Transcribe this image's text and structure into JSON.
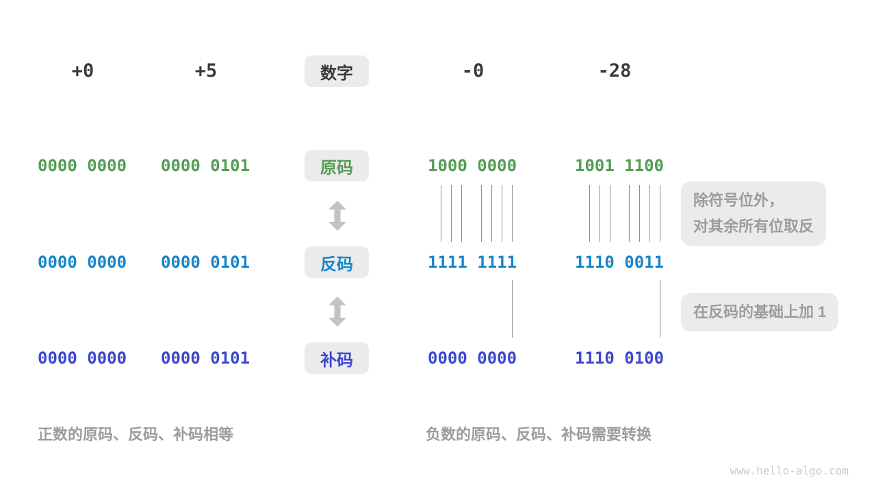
{
  "page": {
    "watermark": "www.hello-algo.com"
  },
  "colors": {
    "sign_magnitude": "#569b56",
    "ones_complement": "#1386cb",
    "twos_complement": "#3c46d2",
    "header_text": "#3a3a3a",
    "note_text": "#9c9c9c",
    "box_bg": "#ebebeb"
  },
  "header": {
    "label": "数字",
    "numbers": [
      "+0",
      "+5",
      "-0",
      "-28"
    ]
  },
  "rows": [
    {
      "id": "sign-magnitude",
      "label": "原码",
      "values": [
        "0000 0000",
        "0000 0101",
        "1000 0000",
        "1001 1100"
      ]
    },
    {
      "id": "ones-complement",
      "label": "反码",
      "values": [
        "0000 0000",
        "0000 0101",
        "1111 1111",
        "1110 0011"
      ]
    },
    {
      "id": "twos-complement",
      "label": "补码",
      "values": [
        "0000 0000",
        "0000 0101",
        "0000 0000",
        "1110 0100"
      ]
    }
  ],
  "notes": [
    {
      "line1": "除符号位外，",
      "line2": "对其余所有位取反"
    },
    {
      "line1": "在反码的基础上加 1"
    }
  ],
  "captions": {
    "left": "正数的原码、反码、补码相等",
    "right": "负数的原码、反码、补码需要转换"
  }
}
